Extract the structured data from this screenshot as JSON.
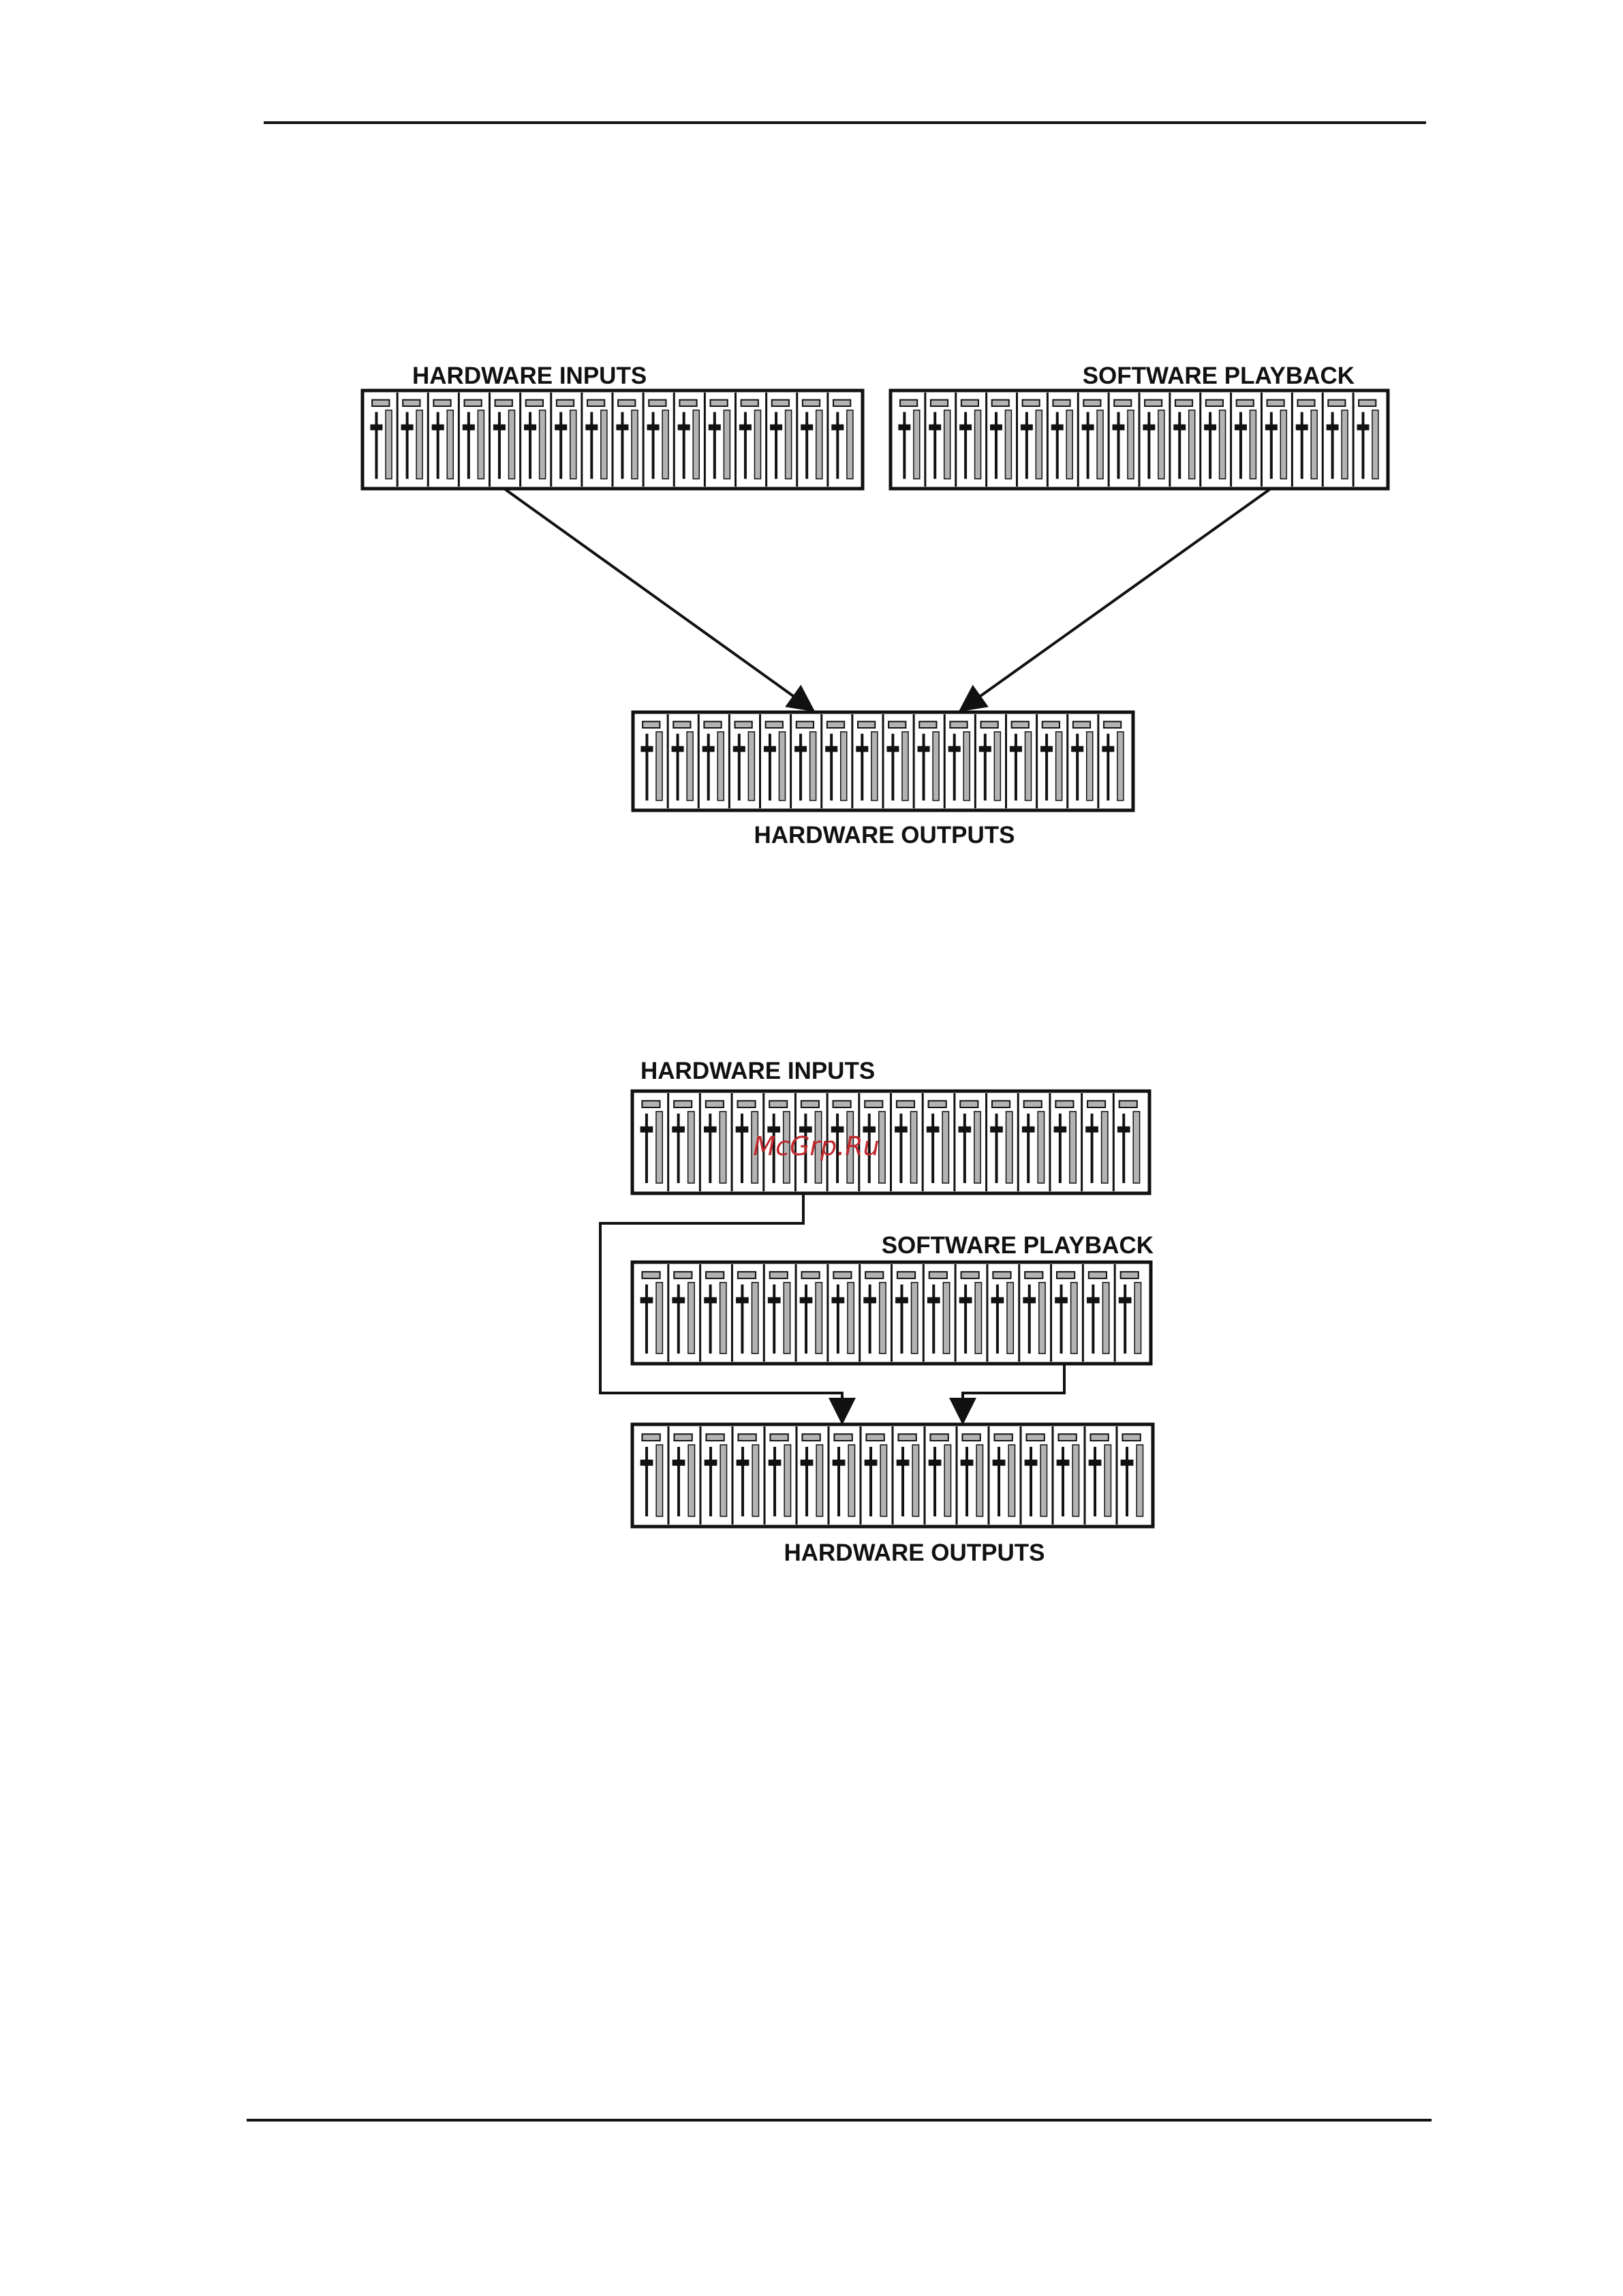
{
  "colors": {
    "ink": "#111111",
    "track_fill": "#b3b3b3",
    "watermark": "#c0282d"
  },
  "fader_count": 16,
  "diagram_top": {
    "hardware_inputs_label": "HARDWARE INPUTS",
    "software_playback_label": "SOFTWARE PLAYBACK",
    "hardware_outputs_label": "HARDWARE OUTPUTS"
  },
  "diagram_bottom": {
    "hardware_inputs_label": "HARDWARE INPUTS",
    "software_playback_label": "SOFTWARE PLAYBACK",
    "hardware_outputs_label": "HARDWARE OUTPUTS"
  },
  "watermark": "McGrp.Ru"
}
